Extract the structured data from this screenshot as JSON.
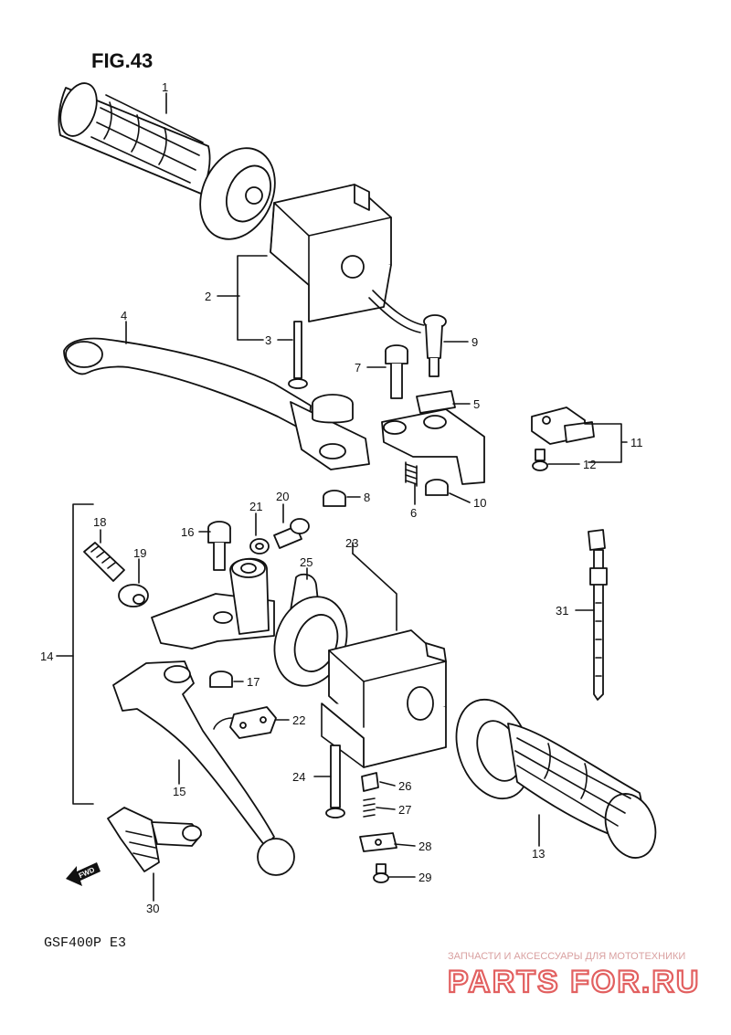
{
  "figure": {
    "title": "FIG.43",
    "model": "GSF400P  E3"
  },
  "watermark": {
    "tagline": "ЗАПЧАСТИ И АКСЕССУАРЫ ДЛЯ МОТОТЕХНИКИ",
    "brand": "PARTS FOR.RU"
  },
  "fwd_marker": "FWD",
  "callouts": [
    {
      "n": "1"
    },
    {
      "n": "2"
    },
    {
      "n": "3"
    },
    {
      "n": "4"
    },
    {
      "n": "5"
    },
    {
      "n": "6"
    },
    {
      "n": "7"
    },
    {
      "n": "8"
    },
    {
      "n": "9"
    },
    {
      "n": "10"
    },
    {
      "n": "11"
    },
    {
      "n": "12"
    },
    {
      "n": "13"
    },
    {
      "n": "14"
    },
    {
      "n": "15"
    },
    {
      "n": "16"
    },
    {
      "n": "17"
    },
    {
      "n": "18"
    },
    {
      "n": "19"
    },
    {
      "n": "20"
    },
    {
      "n": "21"
    },
    {
      "n": "22"
    },
    {
      "n": "23"
    },
    {
      "n": "24"
    },
    {
      "n": "25"
    },
    {
      "n": "26"
    },
    {
      "n": "27"
    },
    {
      "n": "28"
    },
    {
      "n": "29"
    },
    {
      "n": "30"
    },
    {
      "n": "31"
    }
  ]
}
